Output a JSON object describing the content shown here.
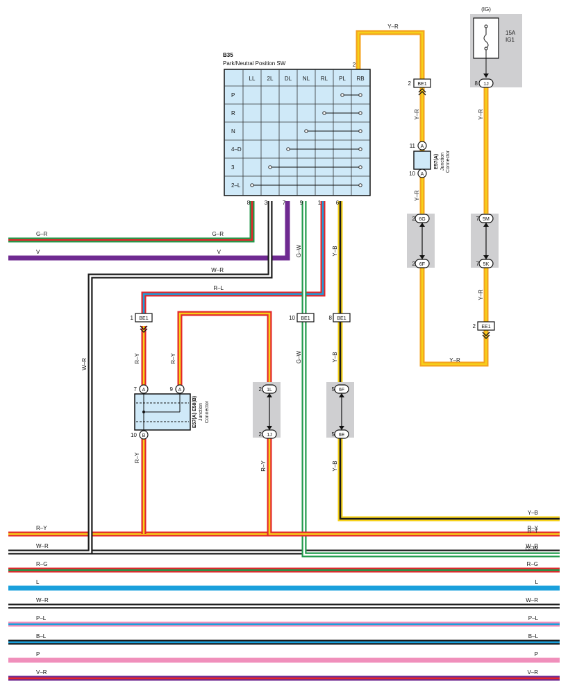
{
  "switch": {
    "code": "B35",
    "name": "Park/Neutral Position SW",
    "columns": [
      "LL",
      "2L",
      "DL",
      "NL",
      "RL",
      "PL",
      "RB"
    ],
    "rows": [
      "P",
      "R",
      "N",
      "4–D",
      "3",
      "2–L"
    ],
    "pins_bottom": [
      "8",
      "3",
      "7",
      "9",
      "1",
      "6"
    ],
    "pin_top": "2"
  },
  "fuse": {
    "group": "(IG)",
    "rating": "15A",
    "name": "IG1"
  },
  "junction_connector": {
    "code_a": "E57(A)",
    "code_b": "E58(B)",
    "line1": "Junction",
    "line2": "Connector"
  },
  "connectors": {
    "be1": "BE1",
    "ee1": "EE1",
    "c1j": "1J",
    "c1l": "1L",
    "c6g": "6G",
    "c6f": "6F",
    "c5m": "5M",
    "c5k": "5K",
    "c6e": "6E",
    "a": "A",
    "b": "B"
  },
  "pins": {
    "p1": "1",
    "p2": "2",
    "p5": "5",
    "p7": "7",
    "p8": "8",
    "p9": "9",
    "p10": "10",
    "p11": "11"
  },
  "wires": {
    "g_r": "G–R",
    "v": "V",
    "w_r": "W–R",
    "r_l": "R–L",
    "g_w": "G–W",
    "y_b": "Y–B",
    "y_r": "Y–R",
    "r_y": "R–Y",
    "r_g": "R–G",
    "l": "L",
    "p_l": "P–L",
    "b_l": "B–L",
    "p": "P",
    "v_r": "V–R"
  },
  "colors": {
    "yellow": "#f6d11a",
    "orange": "#f4a21e",
    "red": "#e3262b",
    "green": "#1f9a4a",
    "violet": "#6f2a91",
    "blue": "#1aa0dc",
    "pink": "#f08fbb",
    "black": "#1a1a1a",
    "white": "#ffffff",
    "grey_bg": "#cfcfd1",
    "switch_fill": "#cfe9f8"
  }
}
